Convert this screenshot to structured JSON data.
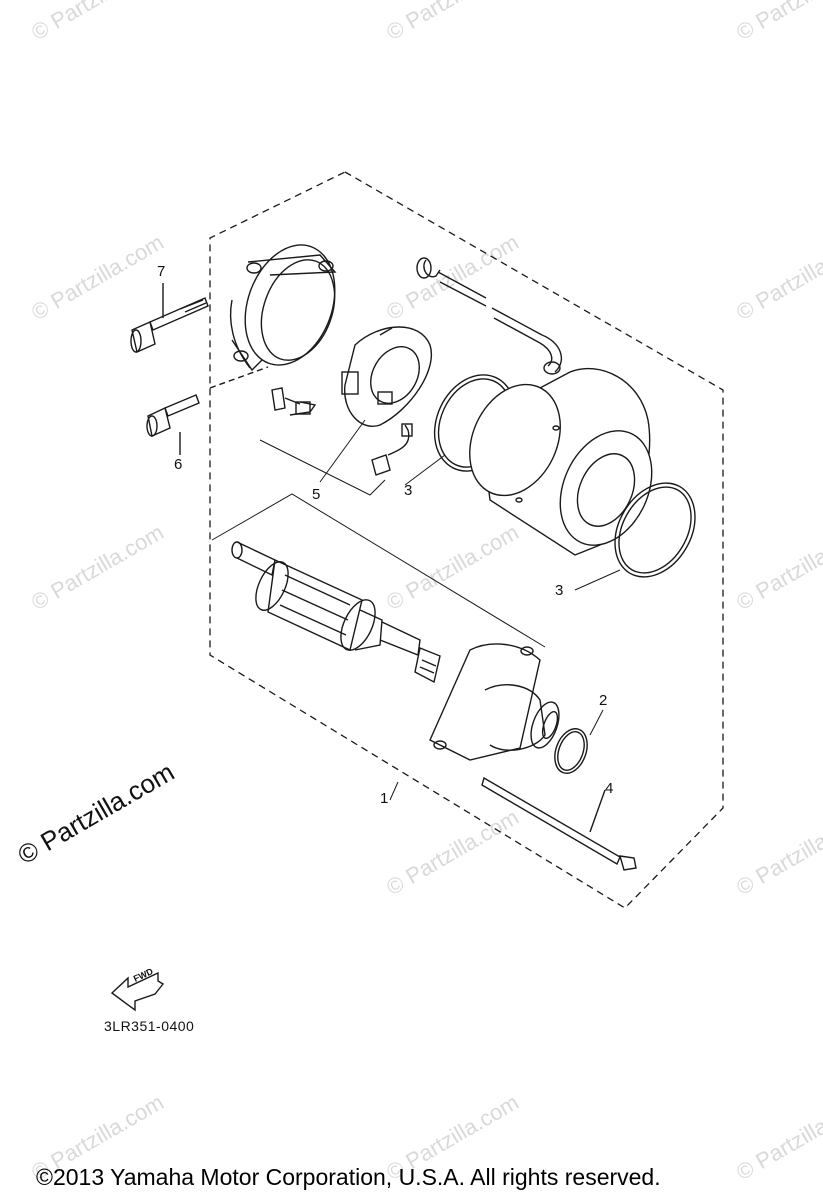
{
  "watermark_text": "© Partzilla.com",
  "watermark_main": "© Partzilla.com",
  "callouts": {
    "c1": "1",
    "c2": "2",
    "c3a": "3",
    "c3b": "3",
    "c4": "4",
    "c5": "5",
    "c6": "6",
    "c7": "7"
  },
  "fwd_label": "FWD",
  "part_number": "3LR351-0400",
  "copyright": "©2013 Yamaha Motor Corporation, U.S.A. All rights reserved.",
  "colors": {
    "line": "#1a1a1a",
    "watermark": "#d9d9d9",
    "background": "#ffffff"
  }
}
